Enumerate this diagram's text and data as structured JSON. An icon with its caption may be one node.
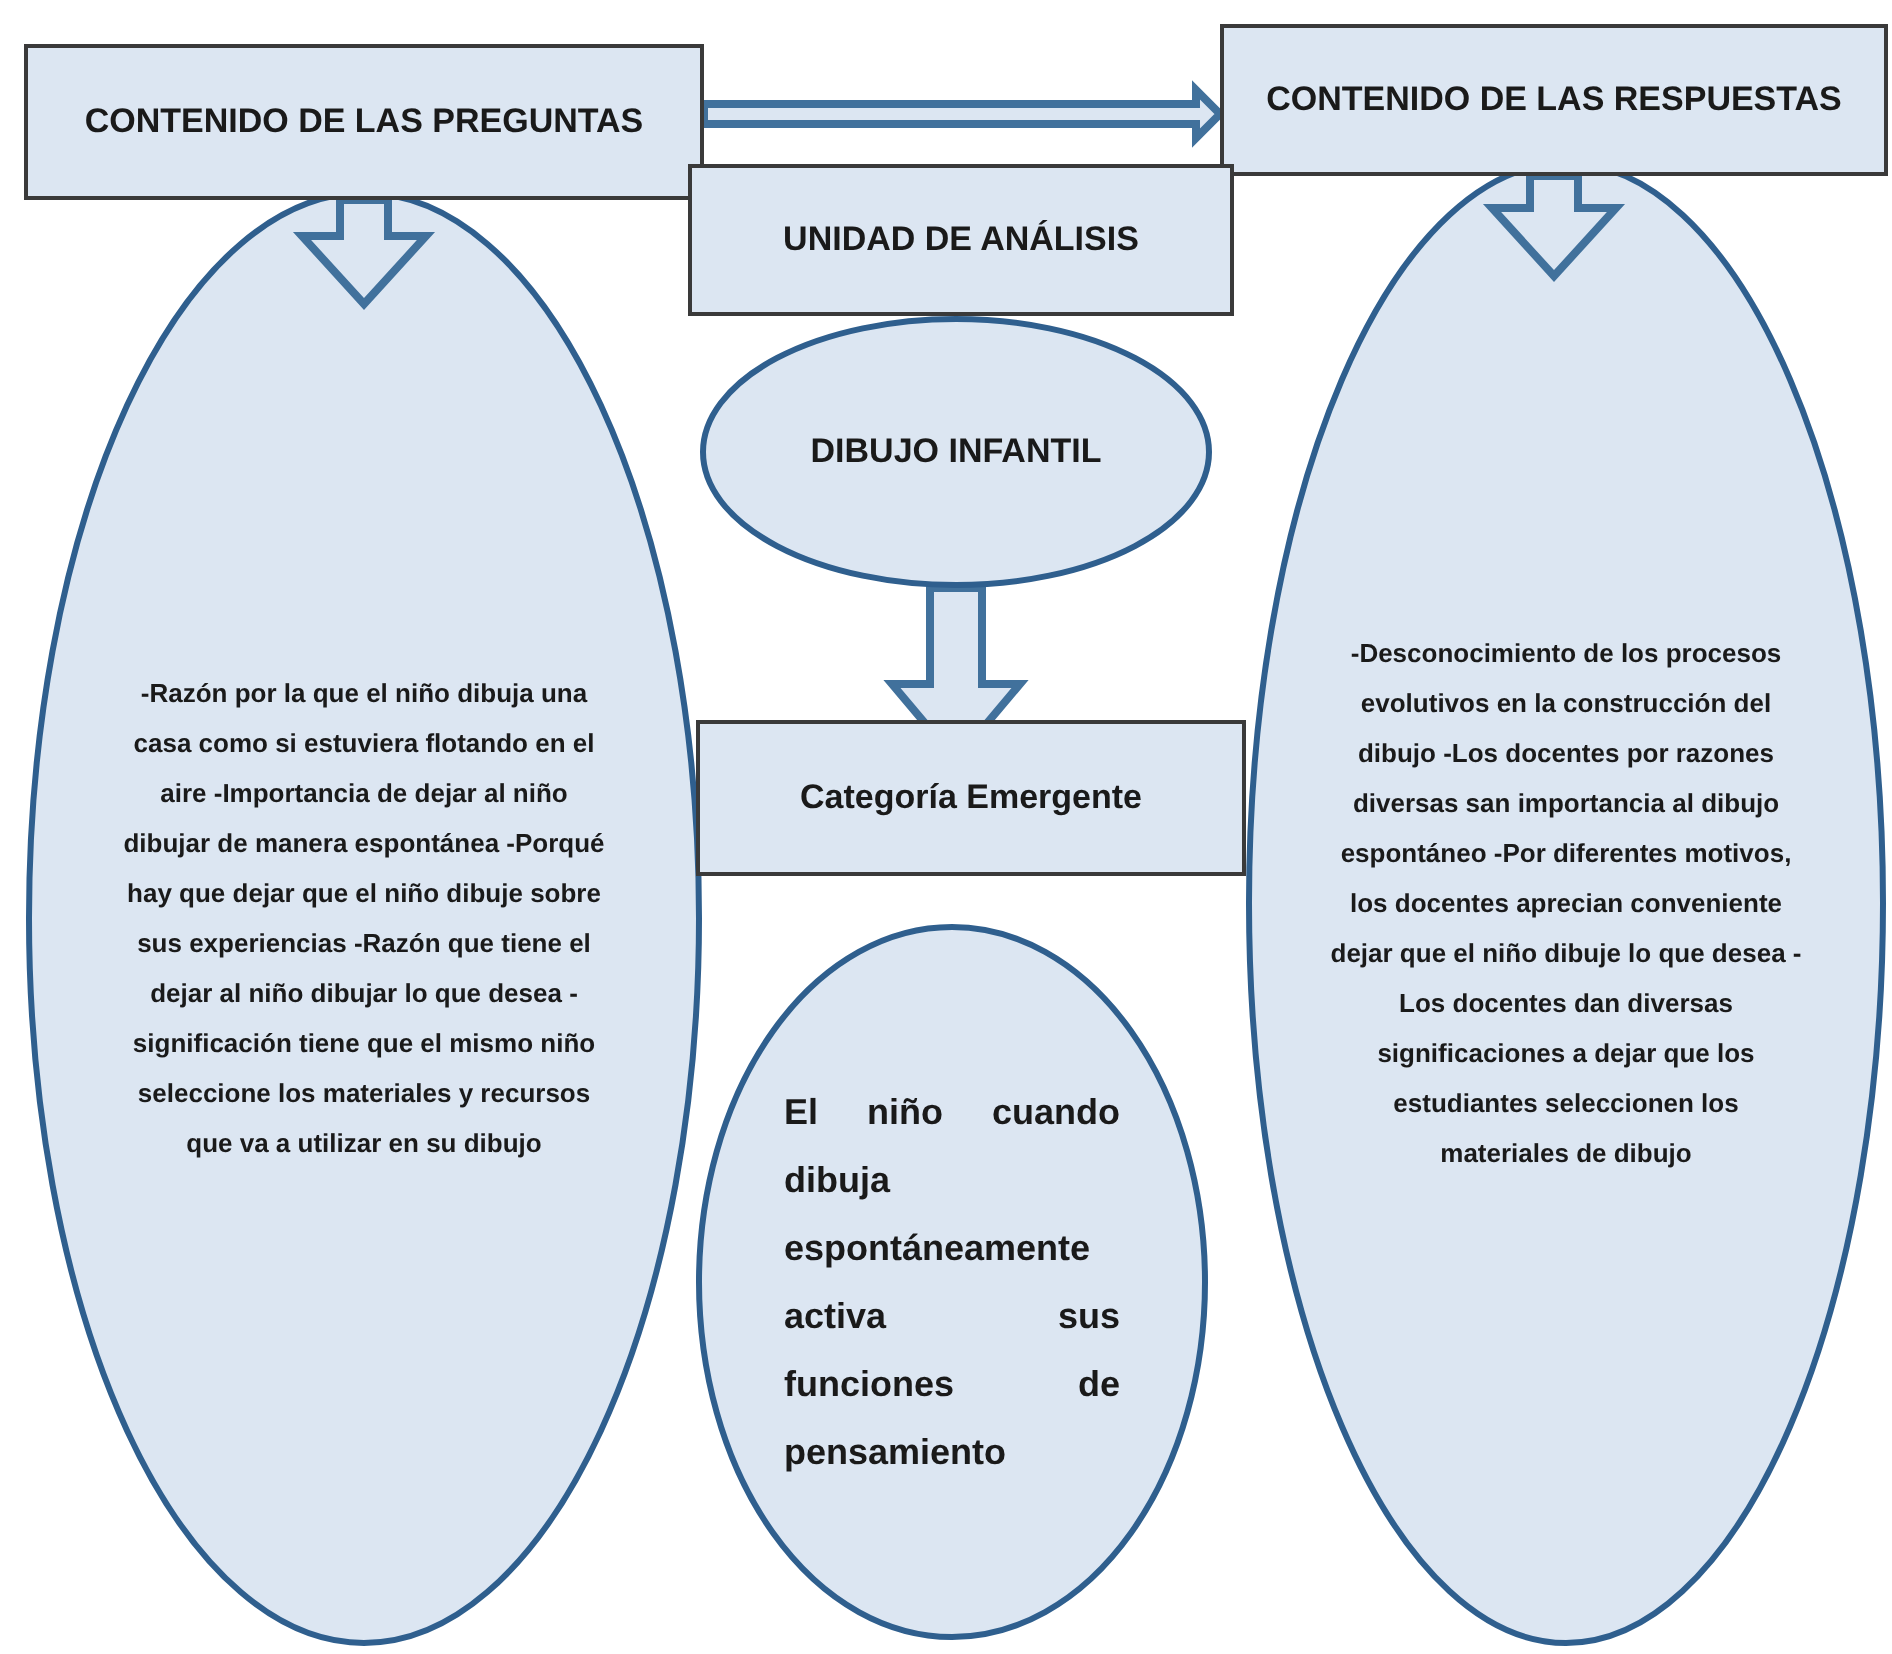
{
  "diagram": {
    "nodes": [
      {
        "text": [
          "CONTENIDO DE LAS PREGUNTAS"
        ]
      },
      {
        "text": [
          "CONTENIDO DE LAS RESPUESTAS"
        ]
      },
      {
        "text": [
          "UNIDAD DE ANÁLISIS"
        ]
      },
      {
        "text": [
          "-Razón por la que el niño dibuja una casa como si estuviera flotando en el aire -Importancia de dejar al niño dibujar de manera espontánea -Porqué hay que dejar que el niño dibuje sobre sus experiencias -Razón que tiene el dejar al niño dibujar lo que desea -significación tiene que el mismo niño seleccione los materiales y recursos que va a utilizar en su dibujo"
        ]
      },
      {
        "text": [
          "-Desconocimiento de los procesos evolutivos en la construcción del dibujo -Los docentes por razones diversas san importancia al dibujo espontáneo -Por diferentes motivos, los docentes aprecian conveniente dejar que el niño dibuje lo que desea -Los docentes dan diversas significaciones a dejar que los estudiantes seleccionen los materiales de dibujo"
        ]
      },
      {
        "text": [
          "DIBUJO INFANTIL"
        ]
      },
      {
        "text": [
          "Categoría Emergente"
        ]
      },
      {
        "text": [
          "El niño cuando dibuja espontáneamente activa sus funciones de pensamiento"
        ]
      }
    ],
    "edges": [
      {
        "from": 0,
        "to": 1,
        "arrow": "to"
      },
      {
        "from": 0,
        "to": 3,
        "arrow": "to"
      },
      {
        "from": 1,
        "to": 4,
        "arrow": "to"
      },
      {
        "from": 5,
        "to": 6,
        "arrow": "to"
      }
    ]
  }
}
